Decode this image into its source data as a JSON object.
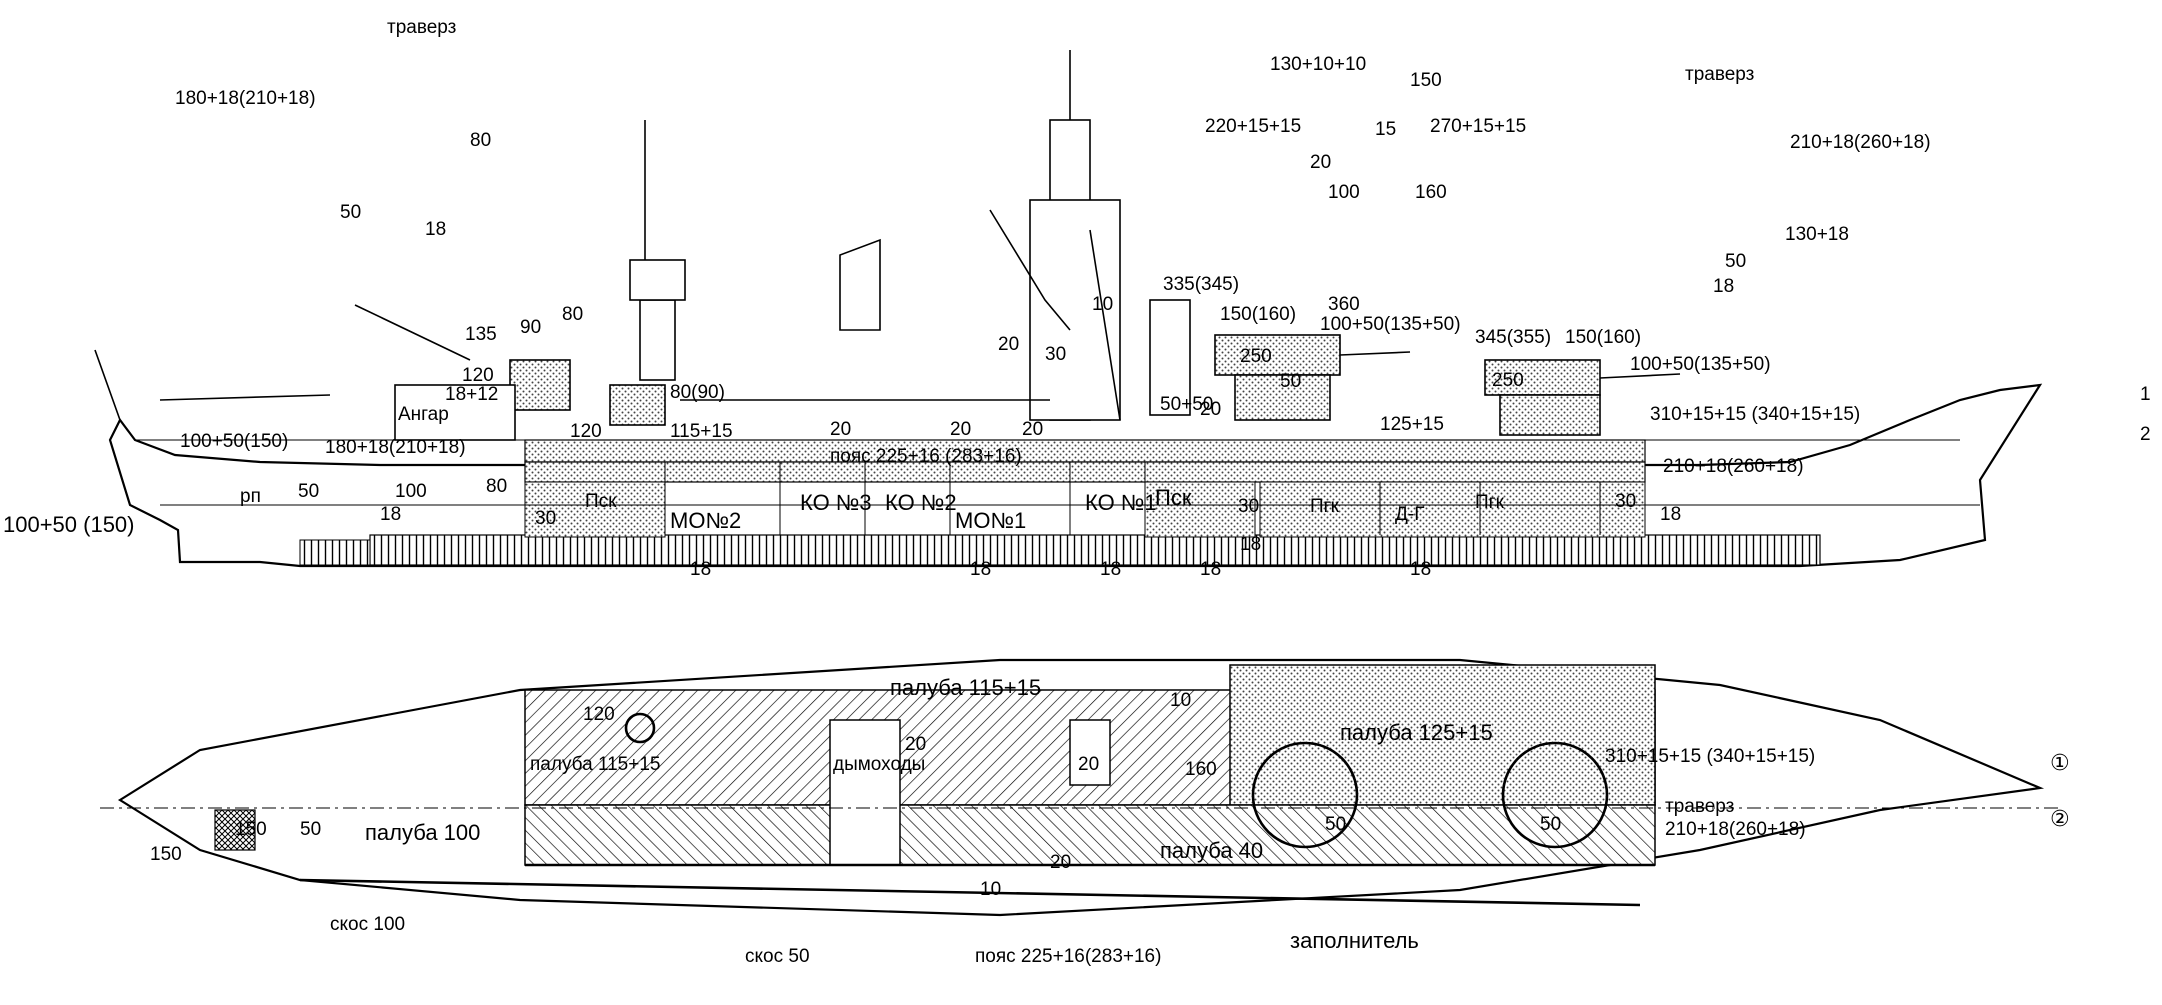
{
  "colors": {
    "ink": "#000000",
    "paper": "#ffffff",
    "dots": "#444444"
  },
  "side_view": {
    "fwd_section_title": "траверз",
    "fwd_section_labels": [
      "180+18(210+18)",
      "80",
      "50",
      "18"
    ],
    "aft_section_title": "траверз",
    "aft_section_labels": [
      "210+18(260+18)",
      "130+18",
      "50",
      "18"
    ],
    "tower_labels": [
      "130+10+10",
      "150",
      "220+15+15",
      "15",
      "270+15+15",
      "20",
      "100",
      "160"
    ],
    "turret_labels": [
      "135",
      "90",
      "80",
      "18+12",
      "120",
      "Ангар",
      "80(90)",
      "20",
      "30",
      "10",
      "335(345)",
      "150(160)",
      "360",
      "100+50(135+50)",
      "250",
      "50",
      "50+50",
      "345(355)",
      "150(160)",
      "100+50(135+50)",
      "250",
      "1",
      "2"
    ],
    "hull_labels": [
      "100+50(150)",
      "180+18(210+18)",
      "115+15",
      "120",
      "20",
      "20",
      "20",
      "20",
      "пояс 225+16 (283+16)",
      "125+15",
      "310+15+15 (340+15+15)",
      "210+18(260+18)",
      "100+50 (150)",
      "рп",
      "50",
      "100",
      "80",
      "18",
      "30",
      "Пск",
      "18",
      "30",
      "Пгк",
      "Д-Г",
      "Пгк",
      "30",
      "18"
    ],
    "compartments": [
      "МО№2",
      "КО №3",
      "КО №2",
      "МО№1",
      "КО №1",
      "Пск"
    ],
    "bottom_labels": [
      "18",
      "18",
      "18",
      "18",
      "18"
    ]
  },
  "plan_view": {
    "labels": [
      "палуба 115+15",
      "10",
      "120",
      "палуба 115+15",
      "20",
      "дымоходы",
      "20",
      "160",
      "палуба 125+15",
      "310+15+15 (340+15+15)",
      "траверз",
      "210+18(260+18)",
      "150",
      "150",
      "50",
      "палуба 100",
      "палуба 40",
      "20",
      "10",
      "50",
      "50",
      "скос 100",
      "скос 50",
      "пояс 225+16(283+16)",
      "заполнитель",
      "①",
      "②"
    ]
  }
}
